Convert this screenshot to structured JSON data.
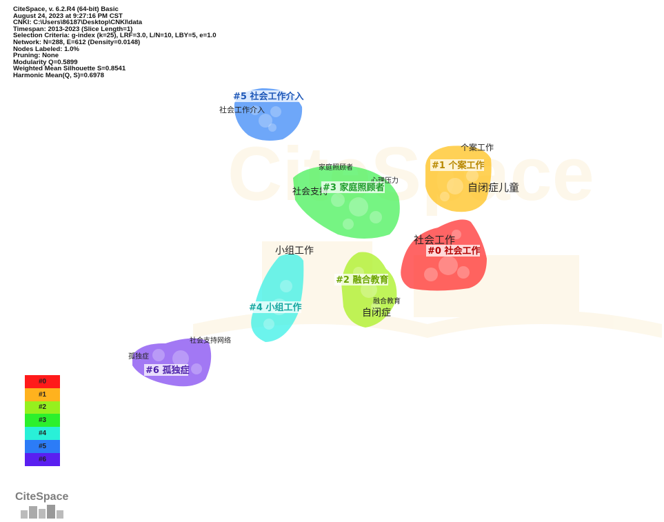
{
  "info_lines": [
    "CiteSpace, v. 6.2.R4 (64-bit) Basic",
    "August 24, 2023 at 9:27:16 PM CST",
    "CNKI: C:\\Users\\86187\\Desktop\\CNKI\\data",
    "Timespan: 2013-2023 (Slice Length=1)",
    "Selection Criteria: g-index (k=25), LRF=3.0, L/N=10, LBY=5, e=1.0",
    "Network: N=288, E=612 (Density=0.0148)",
    "Nodes Labeled: 1.0%",
    "Pruning: None",
    "Modularity Q=0.5899",
    "Weighted Mean Silhouette S=0.8541",
    "Harmonic Mean(Q, S)=0.6978"
  ],
  "watermark": "CiteSpace",
  "logo_text": "CiteSpace",
  "clusters": [
    {
      "id": "#0",
      "label": "#0 社会工作",
      "color": "#ff2a2a",
      "label_color": "#b10000"
    },
    {
      "id": "#1",
      "label": "#1 个案工作",
      "color": "#ffc21e",
      "label_color": "#b88800"
    },
    {
      "id": "#2",
      "label": "#2 融合教育",
      "color": "#aaf023",
      "label_color": "#6aa300"
    },
    {
      "id": "#3",
      "label": "#3 家庭照顾者",
      "color": "#3cf04e",
      "label_color": "#1f9e2b"
    },
    {
      "id": "#4",
      "label": "#4 小组工作",
      "color": "#33f0e6",
      "label_color": "#15a7a0"
    },
    {
      "id": "#5",
      "label": "#5 社会工作介入",
      "color": "#3d8af7",
      "label_color": "#1f58b8"
    },
    {
      "id": "#6",
      "label": "#6 孤独症",
      "color": "#7b3ff0",
      "label_color": "#4a1fa8"
    }
  ],
  "keywords": [
    "社会工作介入",
    "个案工作",
    "自闭症儿童",
    "家庭照顾者",
    "心理压力",
    "社会支持",
    "社会工作",
    "小组工作",
    "融合教育",
    "自闭症",
    "社会支持网络",
    "孤独症"
  ],
  "legend": [
    {
      "label": "#0",
      "color": "#ff1a1a"
    },
    {
      "label": "#1",
      "color": "#ffb21e"
    },
    {
      "label": "#2",
      "color": "#96f01e"
    },
    {
      "label": "#3",
      "color": "#2cf02c"
    },
    {
      "label": "#4",
      "color": "#29f0d8"
    },
    {
      "label": "#5",
      "color": "#2c7cf7"
    },
    {
      "label": "#6",
      "color": "#5a1ff0"
    }
  ]
}
